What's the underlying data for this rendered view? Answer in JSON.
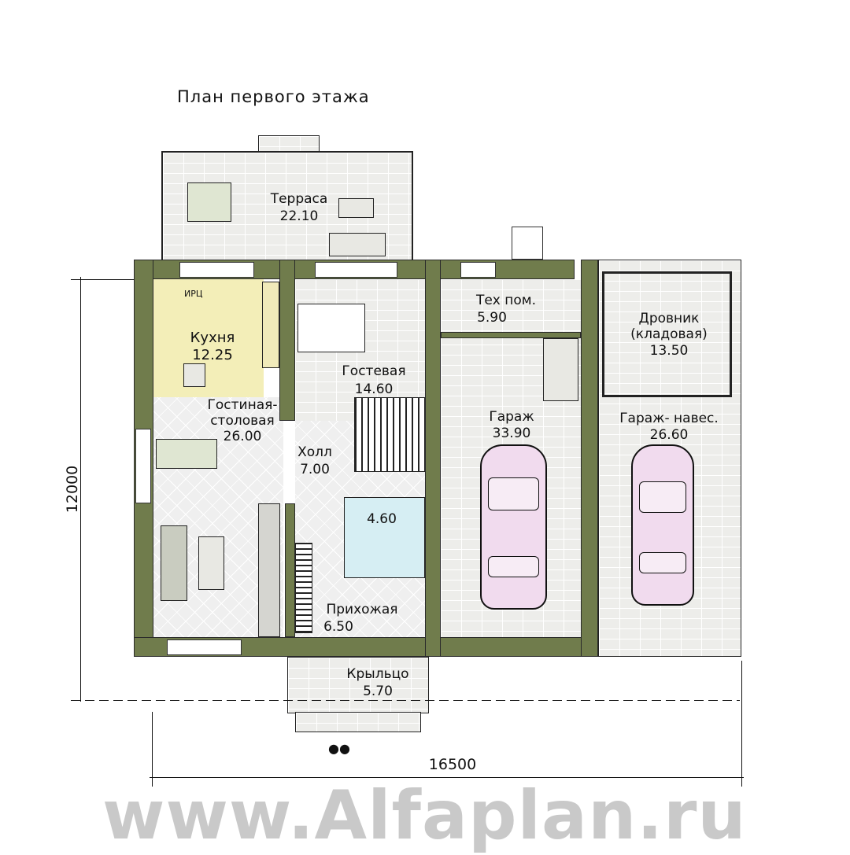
{
  "title": "План первого этажа",
  "rooms": {
    "terrace": {
      "name": "Терраса",
      "area": "22.10"
    },
    "kitchen": {
      "name": "Кухня",
      "area": "12.25"
    },
    "guest": {
      "name": "Гостевая",
      "area": "14.60"
    },
    "living": {
      "name_1": "Гостиная-",
      "name_2": "столовая",
      "area": "26.00"
    },
    "hall": {
      "name": "Холл",
      "area": "7.00"
    },
    "bath": {
      "area": "4.60"
    },
    "entry": {
      "name": "Прихожая",
      "area": "6.50"
    },
    "porch": {
      "name": "Крыльцо",
      "area": "5.70"
    },
    "tech": {
      "name": "Тех пом.",
      "area": "5.90"
    },
    "garage": {
      "name": "Гараж",
      "area": "33.90"
    },
    "woodshed": {
      "name_1": "Дровник",
      "name_2": "(кладовая)",
      "area": "13.50"
    },
    "carport": {
      "name": "Гараж- навес.",
      "area": "26.60"
    }
  },
  "appliance_label": "ИРЦ",
  "dimensions": {
    "height": "12000",
    "width": "16500"
  },
  "watermark": "www.Alfaplan.ru",
  "colors": {
    "wall": "#707c4c",
    "kitchen": "#f3eeb8",
    "bath": "#d6eef3",
    "car": "#f1dbee"
  }
}
